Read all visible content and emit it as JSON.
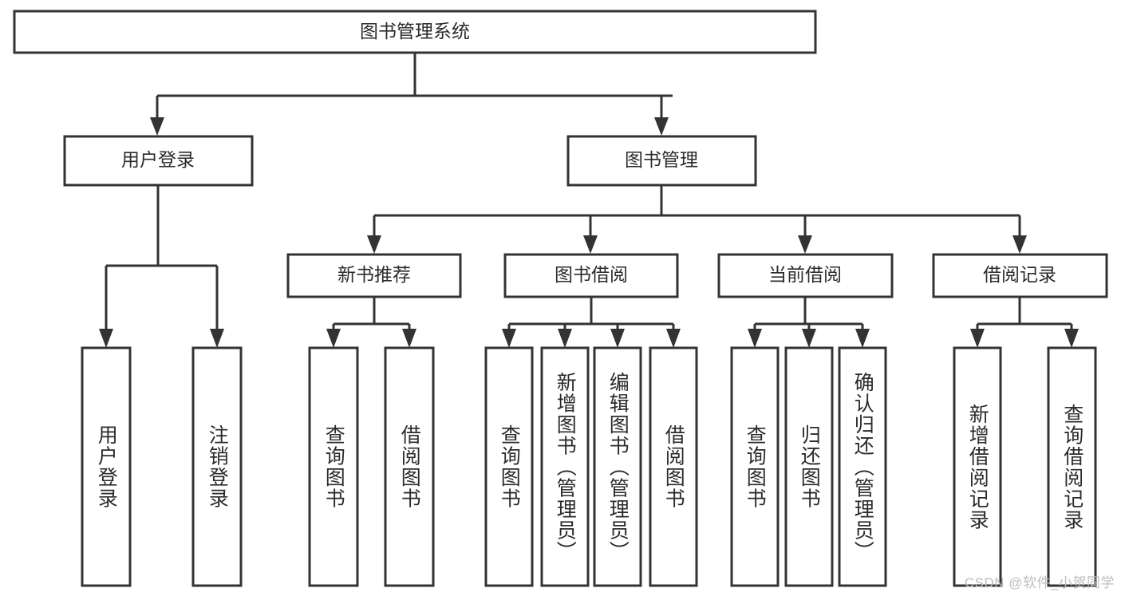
{
  "diagram": {
    "title": "图书管理系统",
    "type": "tree-hierarchy",
    "orientation": "top-down",
    "style": {
      "box_fill": "#ffffff",
      "box_stroke": "#333333",
      "connector_color": "#333333",
      "label_color": "#2b2b2b",
      "background": "#ffffff",
      "watermark_color": "#bdbdbd"
    },
    "root": {
      "id": "root",
      "label": "图书管理系统",
      "level": 0
    },
    "level1": [
      {
        "id": "user-login",
        "label": "用户登录",
        "level": 1
      },
      {
        "id": "book-manage",
        "label": "图书管理",
        "level": 1
      }
    ],
    "level2": [
      {
        "id": "new-book-rec",
        "label": "新书推荐",
        "level": 2,
        "parent": "book-manage"
      },
      {
        "id": "book-borrow",
        "label": "图书借阅",
        "level": 2,
        "parent": "book-manage"
      },
      {
        "id": "current-borrow",
        "label": "当前借阅",
        "level": 2,
        "parent": "book-manage"
      },
      {
        "id": "borrow-record",
        "label": "借阅记录",
        "level": 2,
        "parent": "book-manage"
      }
    ],
    "leaves": [
      {
        "id": "leaf-user-login",
        "label": "用户登录",
        "parent": "user-login"
      },
      {
        "id": "leaf-user-logout",
        "label": "注销登录",
        "parent": "user-login"
      },
      {
        "id": "leaf-rec-query",
        "label": "查询图书",
        "parent": "new-book-rec"
      },
      {
        "id": "leaf-rec-borrow",
        "label": "借阅图书",
        "parent": "new-book-rec"
      },
      {
        "id": "leaf-borrow-query",
        "label": "查询图书",
        "parent": "book-borrow"
      },
      {
        "id": "leaf-borrow-add",
        "label": "新增图书（管理员）",
        "parent": "book-borrow"
      },
      {
        "id": "leaf-borrow-edit",
        "label": "编辑图书（管理员）",
        "parent": "book-borrow"
      },
      {
        "id": "leaf-borrow-lend",
        "label": "借阅图书",
        "parent": "book-borrow"
      },
      {
        "id": "leaf-cur-query",
        "label": "查询图书",
        "parent": "current-borrow"
      },
      {
        "id": "leaf-cur-return",
        "label": "归还图书",
        "parent": "current-borrow"
      },
      {
        "id": "leaf-cur-confirm",
        "label": "确认归还（管理员）",
        "parent": "current-borrow"
      },
      {
        "id": "leaf-rec-add",
        "label": "新增借阅记录",
        "parent": "borrow-record"
      },
      {
        "id": "leaf-rec-query2",
        "label": "查询借阅记录",
        "parent": "borrow-record"
      }
    ],
    "watermark": "CSDN @软件_小贺同学"
  }
}
